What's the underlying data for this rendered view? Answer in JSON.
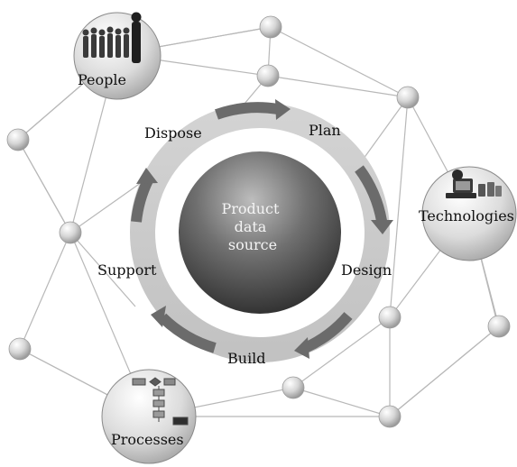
{
  "center": {
    "lines": [
      "Product",
      "data",
      "source"
    ]
  },
  "phases": {
    "plan": "Plan",
    "design": "Design",
    "build": "Build",
    "support": "Support",
    "dispose": "Dispose"
  },
  "resources": {
    "people": "People",
    "technologies": "Technologies",
    "processes": "Processes"
  },
  "colors": {
    "ring": "#c9c9c9",
    "arrow": "#6b6b6b",
    "network_line": "#b8b8b8",
    "node": "#d8d8d8",
    "hub_dark": "#3a3a3a"
  }
}
